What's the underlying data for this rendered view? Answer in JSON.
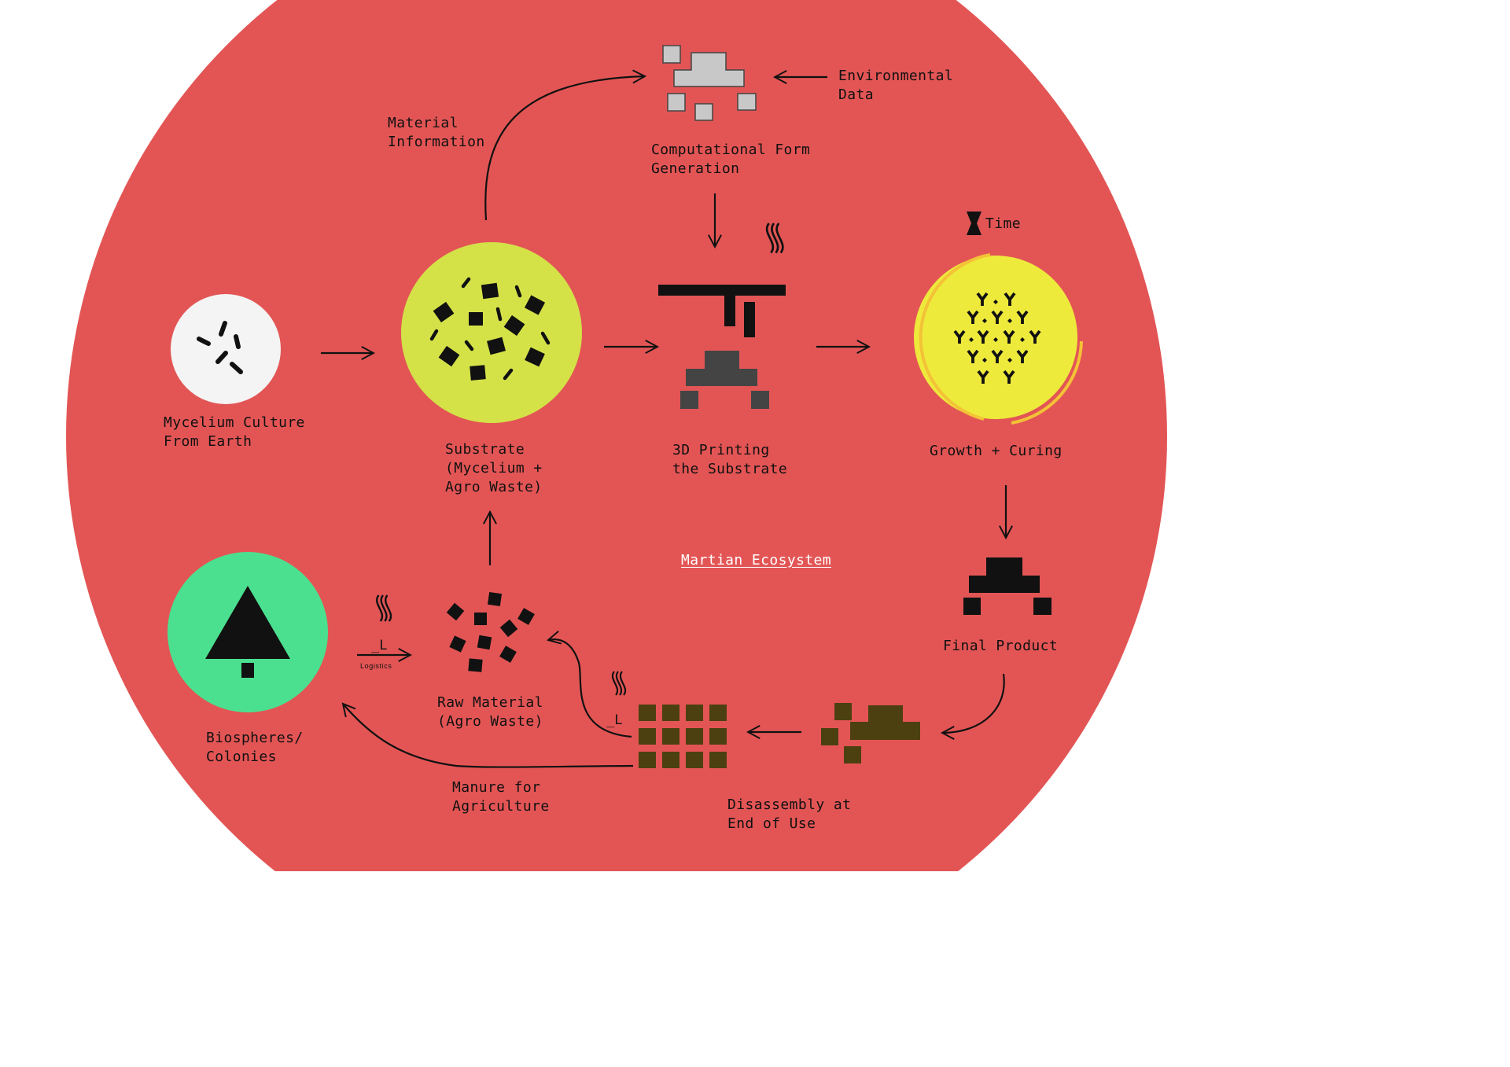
{
  "labels": {
    "environmental_data": "Environmental\nData",
    "material_information": "Material\nInformation",
    "computational_form": "Computational Form\nGeneration",
    "time": "Time",
    "mycelium_culture": "Mycelium Culture\nFrom Earth",
    "substrate": "Substrate\n(Mycelium +\nAgro Waste)",
    "printing": "3D Printing\nthe Substrate",
    "growth_curing": "Growth + Curing",
    "ecosystem": "Martian Ecosystem",
    "final_product": "Final Product",
    "biospheres": "Biospheres/\nColonies",
    "logistics": "Logistics",
    "logistics_glyph": "_L",
    "disassembly_glyph": "_L",
    "raw_material": "Raw Material\n(Agro Waste)",
    "manure": "Manure for\nAgriculture",
    "disassembly": "Disassembly at\nEnd of Use"
  },
  "icons": {
    "mycelium_culture": "petri-dish-icon",
    "substrate": "substrate-dish-icon",
    "computational_form": "pixel-cluster-icon",
    "printing": "3d-printer-icon",
    "heat": "heat-waves-icon",
    "time": "hourglass-icon",
    "growth": "mycelium-growth-icon",
    "final_product": "final-product-icon",
    "biospheres": "tree-icon",
    "raw_material": "raw-material-icon",
    "disassembly_pieces": "disassembled-pieces-icon",
    "disassembly_grid": "block-grid-icon"
  },
  "colors": {
    "ecosystem": "#e35555",
    "ink": "#111111",
    "culture_dish": "#f4f4f4",
    "substrate_dish": "#d4e248",
    "growth_dish": "#eeea3c",
    "growth_ring": "#f3c236",
    "biosphere": "#4be08f",
    "form_pixels": "#c8c8c8",
    "printer_dark": "#444444",
    "compost": "#4d4010",
    "ecosystem_label": "#ffffff"
  }
}
